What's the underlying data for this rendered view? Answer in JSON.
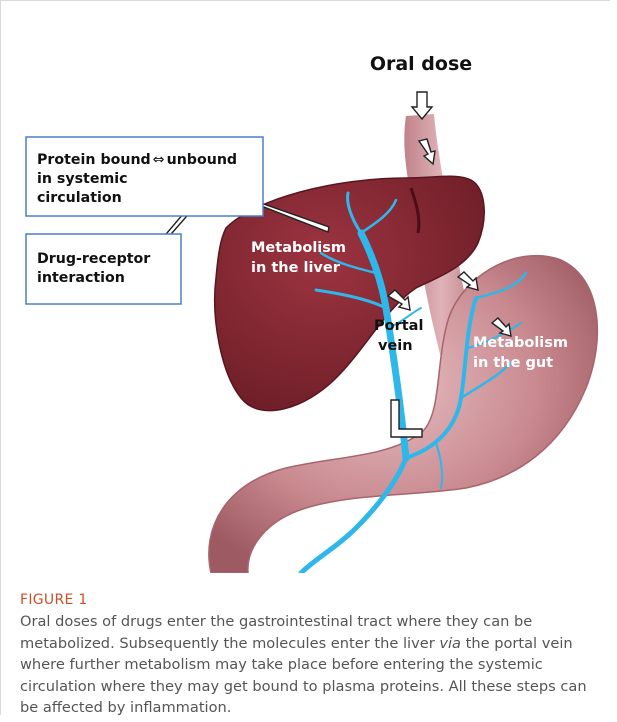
{
  "diagram": {
    "oral_dose": "Oral dose",
    "box_top": {
      "line1": "Protein bound",
      "arrow": "⇔",
      "line1b": "unbound",
      "line2": "in systemic",
      "line3": "circulation"
    },
    "box_bottom": {
      "line1": "Drug-receptor",
      "line2": "interaction"
    },
    "liver_label": {
      "line1": "Metabolism",
      "line2": "in the liver"
    },
    "portal_label": {
      "line1": "Portal",
      "line2": "vein"
    },
    "gut_label": {
      "line1": "Metabolism",
      "line2": "in the gut"
    },
    "colors": {
      "liver": "#8c2a34",
      "stomach": "#c98a90",
      "vein": "#2fb7ea",
      "box_border": "#4a7fc9"
    }
  },
  "caption": {
    "label": "FIGURE 1",
    "part1": "Oral doses of drugs enter the gastrointestinal tract where they can be metabolized. Subsequently the molecules enter the liver ",
    "via": "via",
    "part2": " the portal vein where further metabolism may take place before entering the systemic circulation where they may get bound to plasma proteins. All these steps can be affected by inflammation."
  }
}
